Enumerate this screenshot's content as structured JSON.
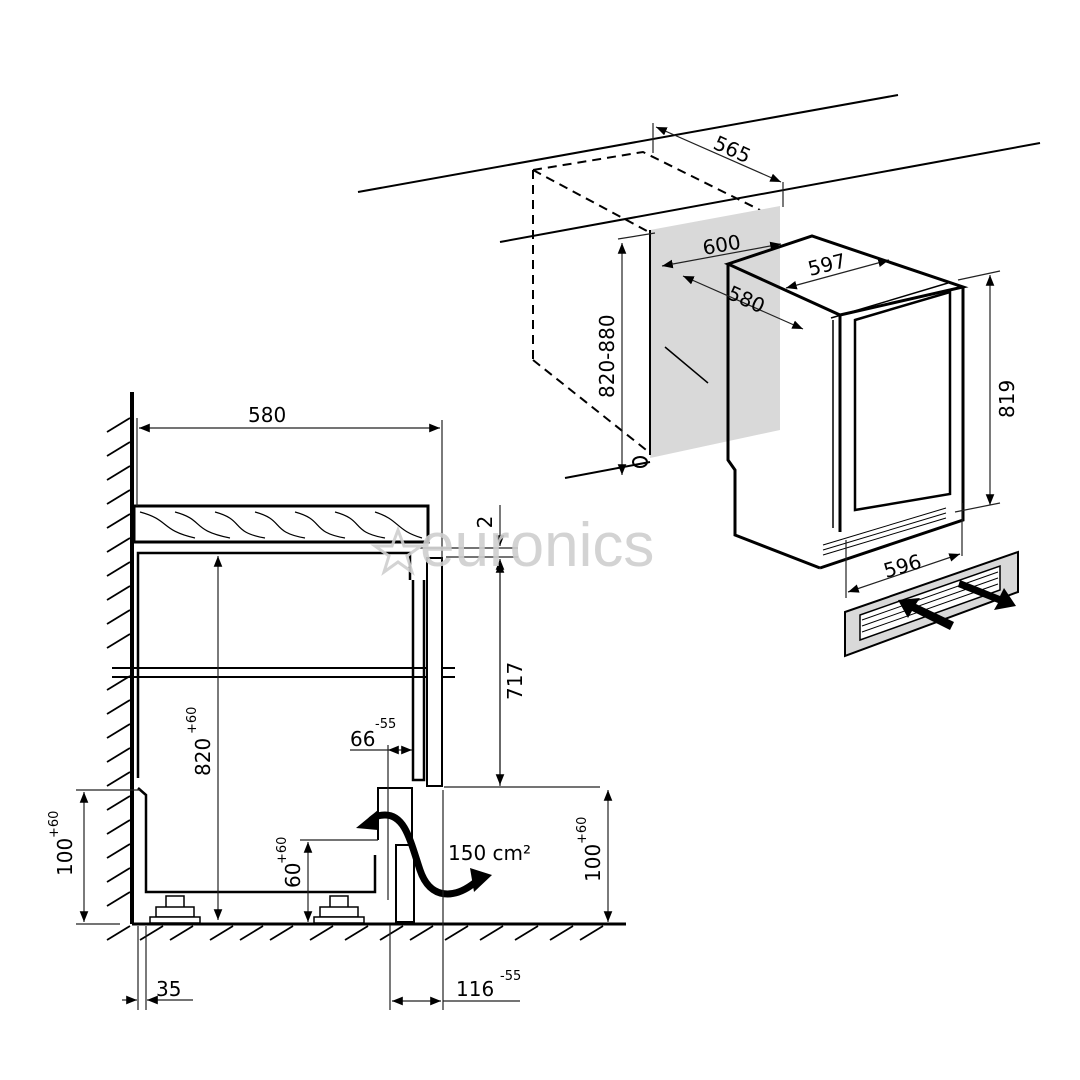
{
  "watermark": {
    "text": "euronics",
    "color": "#cfcfcf"
  },
  "colors": {
    "line": "#000000",
    "panel_fill": "#d9d9d9",
    "background": "#ffffff"
  },
  "isometric_view": {
    "niche_depth": "565",
    "niche_width": "600",
    "niche_height": "820-880",
    "appliance_width_top": "597",
    "appliance_depth": "580",
    "appliance_height": "819",
    "appliance_width_bottom": "596"
  },
  "section_view": {
    "worktop_depth": "580",
    "gap_top": "2",
    "door_height": "717",
    "niche_height": {
      "base": "820",
      "tol": "+60"
    },
    "door_offset": {
      "base": "66",
      "tol": "-55"
    },
    "vent_area": "150 cm²",
    "plinth_height_left": {
      "base": "100",
      "tol": "+60"
    },
    "plinth_height_right": {
      "base": "100",
      "tol": "+60"
    },
    "foot_height": {
      "base": "60",
      "tol": "+60"
    },
    "wall_gap": "35",
    "plinth_setback": {
      "base": "116",
      "tol": "-55"
    }
  }
}
